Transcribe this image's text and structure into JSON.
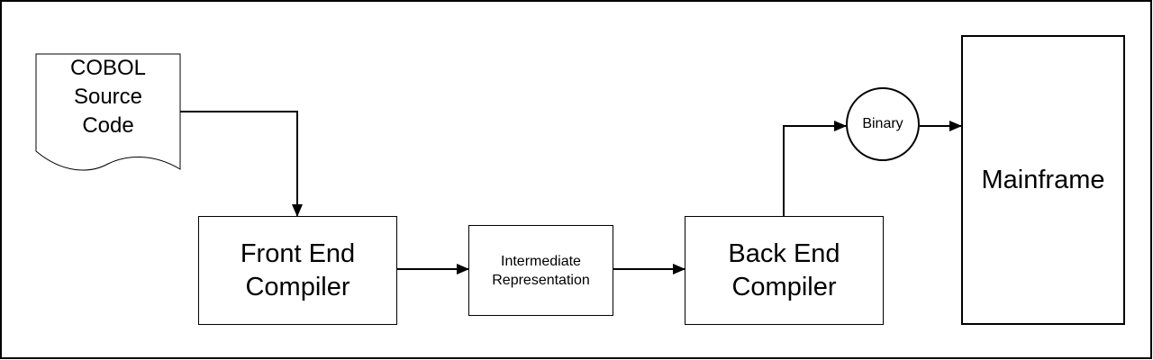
{
  "diagram": {
    "nodes": {
      "source_document": {
        "label": "COBOL\nSource\nCode"
      },
      "front_end_compiler": {
        "label": "Front End\nCompiler"
      },
      "intermediate_representation": {
        "label": "Intermediate\nRepresentation"
      },
      "back_end_compiler": {
        "label": "Back End\nCompiler"
      },
      "binary": {
        "label": "Binary"
      },
      "mainframe": {
        "label": "Mainframe"
      }
    },
    "edges": [
      {
        "from": "source_document",
        "to": "front_end_compiler"
      },
      {
        "from": "front_end_compiler",
        "to": "intermediate_representation"
      },
      {
        "from": "intermediate_representation",
        "to": "back_end_compiler"
      },
      {
        "from": "back_end_compiler",
        "to": "binary"
      },
      {
        "from": "binary",
        "to": "mainframe"
      }
    ],
    "colors": {
      "stroke": "#000000",
      "fill": "#ffffff"
    }
  }
}
